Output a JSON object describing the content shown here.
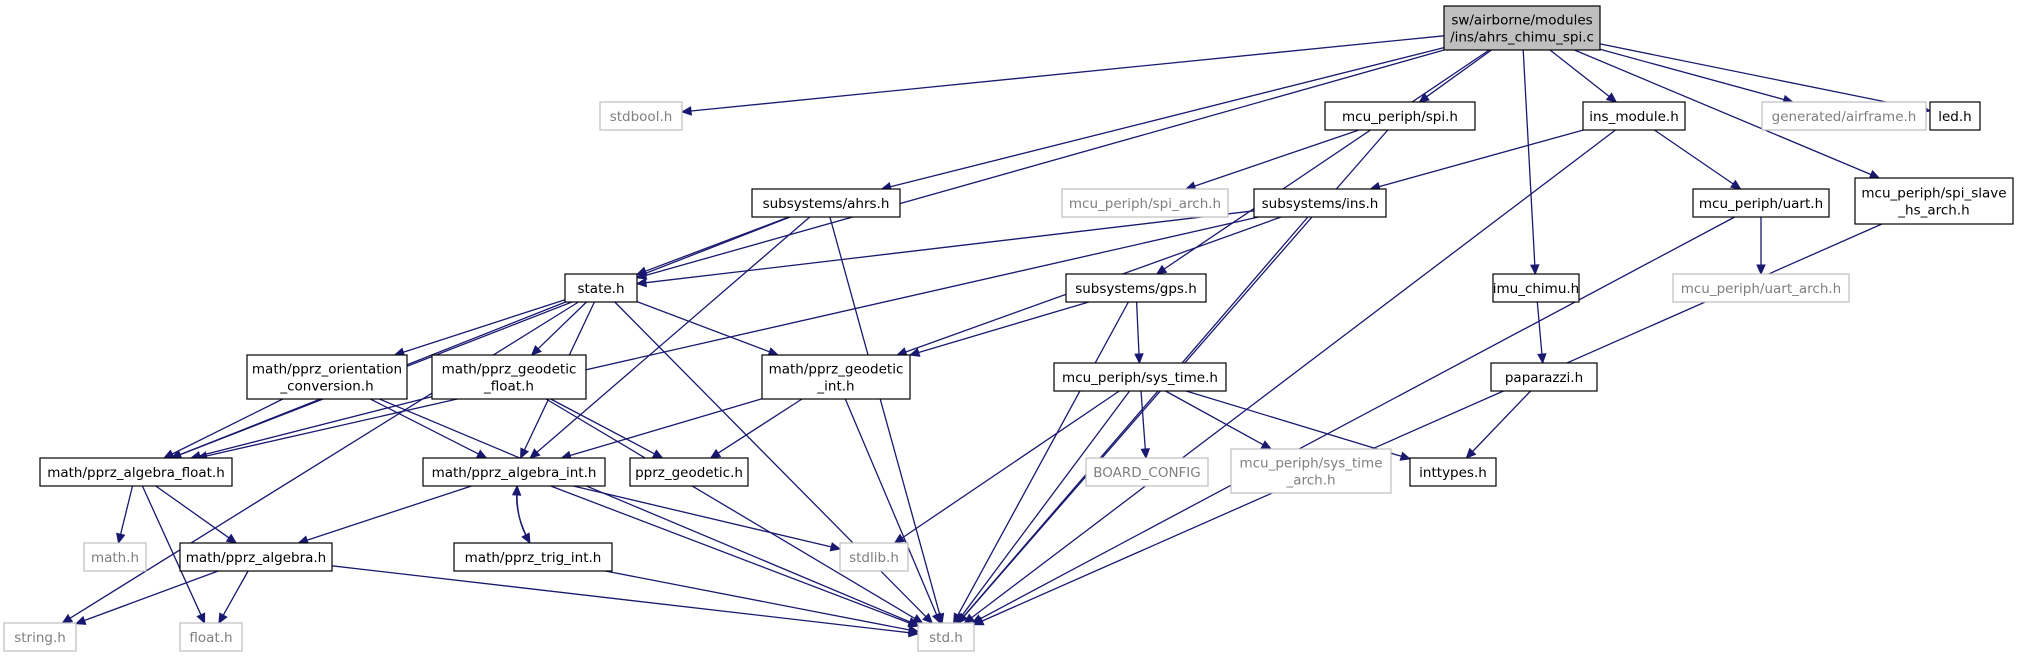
{
  "nodes": [
    {
      "id": "root",
      "lines": [
        "sw/airborne/modules",
        "/ins/ahrs_chimu_spi.c"
      ],
      "kind": "root"
    },
    {
      "id": "stdbool",
      "lines": [
        "stdbool.h"
      ],
      "kind": "ext"
    },
    {
      "id": "state",
      "lines": [
        "state.h"
      ],
      "kind": "normal"
    },
    {
      "id": "ahrs",
      "lines": [
        "subsystems/ahrs.h"
      ],
      "kind": "normal"
    },
    {
      "id": "spi",
      "lines": [
        "mcu_periph/spi.h"
      ],
      "kind": "normal"
    },
    {
      "id": "gps",
      "lines": [
        "subsystems/gps.h"
      ],
      "kind": "normal"
    },
    {
      "id": "imu_chimu",
      "lines": [
        "imu_chimu.h"
      ],
      "kind": "normal"
    },
    {
      "id": "ins_module",
      "lines": [
        "ins_module.h"
      ],
      "kind": "normal"
    },
    {
      "id": "airframe",
      "lines": [
        "generated/airframe.h"
      ],
      "kind": "ext"
    },
    {
      "id": "led",
      "lines": [
        "led.h"
      ],
      "kind": "normal"
    },
    {
      "id": "spi_slave",
      "lines": [
        "mcu_periph/spi_slave",
        "_hs_arch.h"
      ],
      "kind": "normal"
    },
    {
      "id": "spi_arch",
      "lines": [
        "mcu_periph/spi_arch.h"
      ],
      "kind": "ext"
    },
    {
      "id": "ins",
      "lines": [
        "subsystems/ins.h"
      ],
      "kind": "normal"
    },
    {
      "id": "uart",
      "lines": [
        "mcu_periph/uart.h"
      ],
      "kind": "normal"
    },
    {
      "id": "uart_arch",
      "lines": [
        "mcu_periph/uart_arch.h"
      ],
      "kind": "ext"
    },
    {
      "id": "orient",
      "lines": [
        "math/pprz_orientation",
        "_conversion.h"
      ],
      "kind": "normal"
    },
    {
      "id": "geod_float",
      "lines": [
        "math/pprz_geodetic",
        "_float.h"
      ],
      "kind": "normal"
    },
    {
      "id": "geod_int",
      "lines": [
        "math/pprz_geodetic",
        "_int.h"
      ],
      "kind": "normal"
    },
    {
      "id": "sys_time",
      "lines": [
        "mcu_periph/sys_time.h"
      ],
      "kind": "normal"
    },
    {
      "id": "paparazzi",
      "lines": [
        "paparazzi.h"
      ],
      "kind": "normal"
    },
    {
      "id": "alg_float",
      "lines": [
        "math/pprz_algebra_float.h"
      ],
      "kind": "normal"
    },
    {
      "id": "alg_int",
      "lines": [
        "math/pprz_algebra_int.h"
      ],
      "kind": "normal"
    },
    {
      "id": "pprz_geodetic",
      "lines": [
        "pprz_geodetic.h"
      ],
      "kind": "normal"
    },
    {
      "id": "board_config",
      "lines": [
        "BOARD_CONFIG"
      ],
      "kind": "ext"
    },
    {
      "id": "sys_time_arch",
      "lines": [
        "mcu_periph/sys_time",
        "_arch.h"
      ],
      "kind": "ext"
    },
    {
      "id": "inttypes",
      "lines": [
        "inttypes.h"
      ],
      "kind": "normal"
    },
    {
      "id": "math",
      "lines": [
        "math.h"
      ],
      "kind": "ext"
    },
    {
      "id": "alg",
      "lines": [
        "math/pprz_algebra.h"
      ],
      "kind": "normal"
    },
    {
      "id": "trig_int",
      "lines": [
        "math/pprz_trig_int.h"
      ],
      "kind": "normal"
    },
    {
      "id": "stdlib",
      "lines": [
        "stdlib.h"
      ],
      "kind": "ext"
    },
    {
      "id": "string",
      "lines": [
        "string.h"
      ],
      "kind": "ext"
    },
    {
      "id": "float",
      "lines": [
        "float.h"
      ],
      "kind": "ext"
    },
    {
      "id": "std",
      "lines": [
        "std.h"
      ],
      "kind": "ext"
    }
  ],
  "edges": [
    [
      "root",
      "stdbool"
    ],
    [
      "root",
      "state"
    ],
    [
      "root",
      "ahrs"
    ],
    [
      "root",
      "spi"
    ],
    [
      "root",
      "gps"
    ],
    [
      "root",
      "imu_chimu"
    ],
    [
      "root",
      "ins_module"
    ],
    [
      "root",
      "airframe"
    ],
    [
      "root",
      "led"
    ],
    [
      "root",
      "spi_slave"
    ],
    [
      "spi",
      "spi_arch"
    ],
    [
      "spi",
      "std"
    ],
    [
      "ins_module",
      "ins"
    ],
    [
      "ins_module",
      "uart"
    ],
    [
      "ins_module",
      "std"
    ],
    [
      "uart",
      "uart_arch"
    ],
    [
      "uart",
      "std"
    ],
    [
      "spi_slave",
      "std"
    ],
    [
      "imu_chimu",
      "paparazzi"
    ],
    [
      "paparazzi",
      "inttypes"
    ],
    [
      "ahrs",
      "alg_float"
    ],
    [
      "ahrs",
      "state"
    ],
    [
      "ahrs",
      "alg_int"
    ],
    [
      "ahrs",
      "std"
    ],
    [
      "ins",
      "state"
    ],
    [
      "ins",
      "alg_float"
    ],
    [
      "ins",
      "geod_int"
    ],
    [
      "ins",
      "std"
    ],
    [
      "gps",
      "geod_int"
    ],
    [
      "gps",
      "sys_time"
    ],
    [
      "gps",
      "std"
    ],
    [
      "state",
      "orient"
    ],
    [
      "state",
      "geod_float"
    ],
    [
      "state",
      "geod_int"
    ],
    [
      "state",
      "alg_float"
    ],
    [
      "state",
      "alg_int"
    ],
    [
      "state",
      "string"
    ],
    [
      "state",
      "std"
    ],
    [
      "orient",
      "alg_float"
    ],
    [
      "orient",
      "alg_int"
    ],
    [
      "orient",
      "std"
    ],
    [
      "geod_float",
      "alg_float"
    ],
    [
      "geod_float",
      "pprz_geodetic"
    ],
    [
      "geod_float",
      "std"
    ],
    [
      "geod_int",
      "alg_int"
    ],
    [
      "geod_int",
      "pprz_geodetic"
    ],
    [
      "geod_int",
      "std"
    ],
    [
      "sys_time",
      "board_config"
    ],
    [
      "sys_time",
      "sys_time_arch"
    ],
    [
      "sys_time",
      "inttypes"
    ],
    [
      "sys_time",
      "stdlib"
    ],
    [
      "sys_time",
      "std"
    ],
    [
      "alg_float",
      "math"
    ],
    [
      "alg_float",
      "alg"
    ],
    [
      "alg_float",
      "float"
    ],
    [
      "alg_int",
      "alg"
    ],
    [
      "alg_int",
      "trig_int"
    ],
    [
      "alg_int",
      "stdlib"
    ],
    [
      "alg_int",
      "std"
    ],
    [
      "trig_int",
      "alg_int"
    ],
    [
      "trig_int",
      "std"
    ],
    [
      "alg",
      "string"
    ],
    [
      "alg",
      "float"
    ],
    [
      "alg",
      "std"
    ]
  ]
}
